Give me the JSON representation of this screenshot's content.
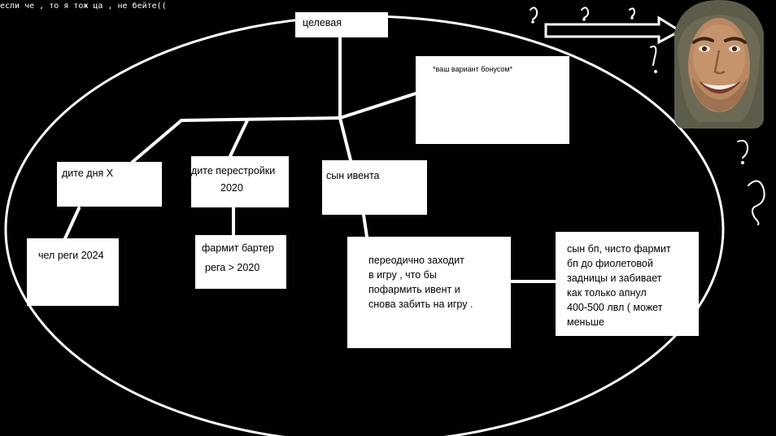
{
  "caption": "если че , то я  тож ца , не бейте((",
  "nodes": {
    "goal": "целевая",
    "bonus": "*ваш вариант бонусом*",
    "day_x": "дите дня Х",
    "perestroika_line1": "дите перестройки",
    "perestroika_line2": "2020",
    "event_son": "сын ивента",
    "reg_2024": "чел реги 2024",
    "barter_line1": "фармит бартер",
    "barter_line2": "рега > 2020",
    "periodic_lines": [
      "переодично заходит",
      "в игру , что бы",
      "пофармить ивент и",
      "снова забить на игру ."
    ],
    "bp_lines": [
      "сын бп, чисто фармит",
      "бп до фиолетовой",
      "задницы и забивает",
      "как только апнул",
      "400-500 лвл ( может",
      "меньше"
    ]
  },
  "icons": {
    "face": "soldier-face-icon",
    "arrow": "arrow-right-icon",
    "question_marks": "question-mark-icon"
  },
  "colors": {
    "background": "#000000",
    "line": "#ffffff",
    "box": "#ffffff",
    "text": "#000000"
  }
}
